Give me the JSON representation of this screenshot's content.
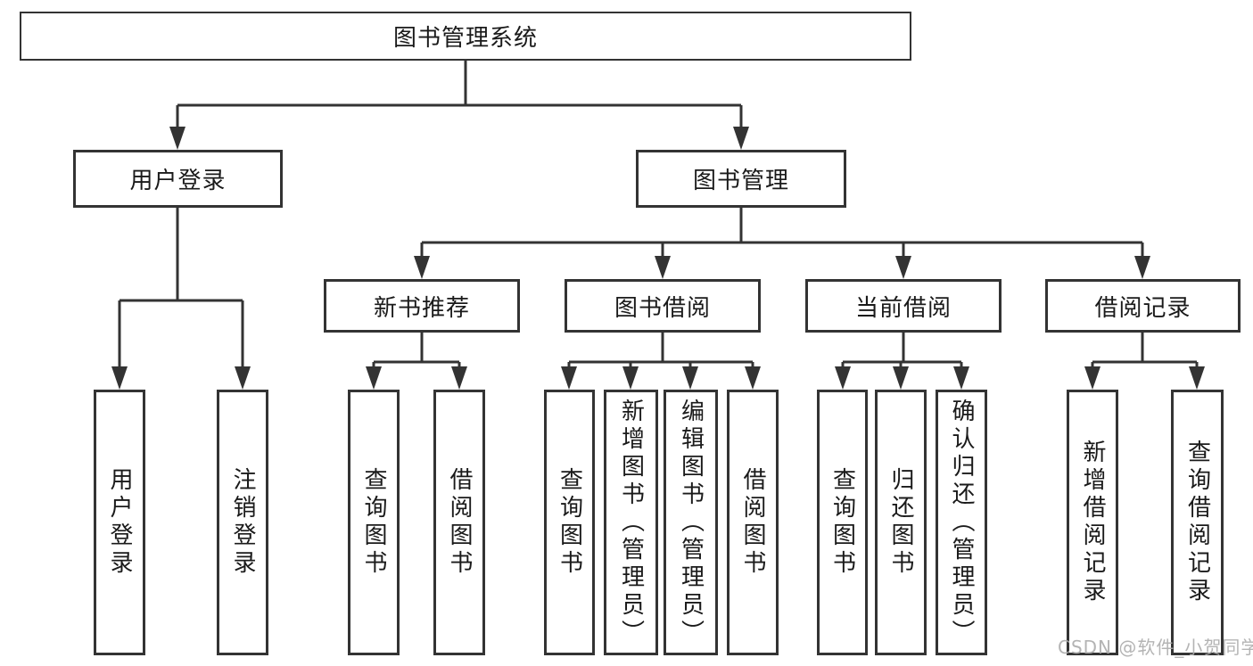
{
  "diagram": {
    "root": "图书管理系统",
    "level2": [
      {
        "label": "用户登录",
        "children": [
          "用户登录",
          "注销登录"
        ]
      },
      {
        "label": "图书管理"
      }
    ],
    "level3": [
      {
        "label": "新书推荐",
        "children": [
          "查询图书",
          "借阅图书"
        ]
      },
      {
        "label": "图书借阅",
        "children": [
          "查询图书",
          "新增图书（管理员）",
          "编辑图书（管理员）",
          "借阅图书"
        ]
      },
      {
        "label": "当前借阅",
        "children": [
          "查询图书",
          "归还图书",
          "确认归还（管理员）"
        ]
      },
      {
        "label": "借阅记录",
        "children": [
          "新增借阅记录",
          "查询借阅记录"
        ]
      }
    ],
    "watermark": "CSDN @软件_小贺同学",
    "colors": {
      "line": "#333333",
      "box_border": "#333333",
      "background": "#ffffff",
      "text": "#1a1a1a",
      "watermark": "#acacac"
    }
  }
}
